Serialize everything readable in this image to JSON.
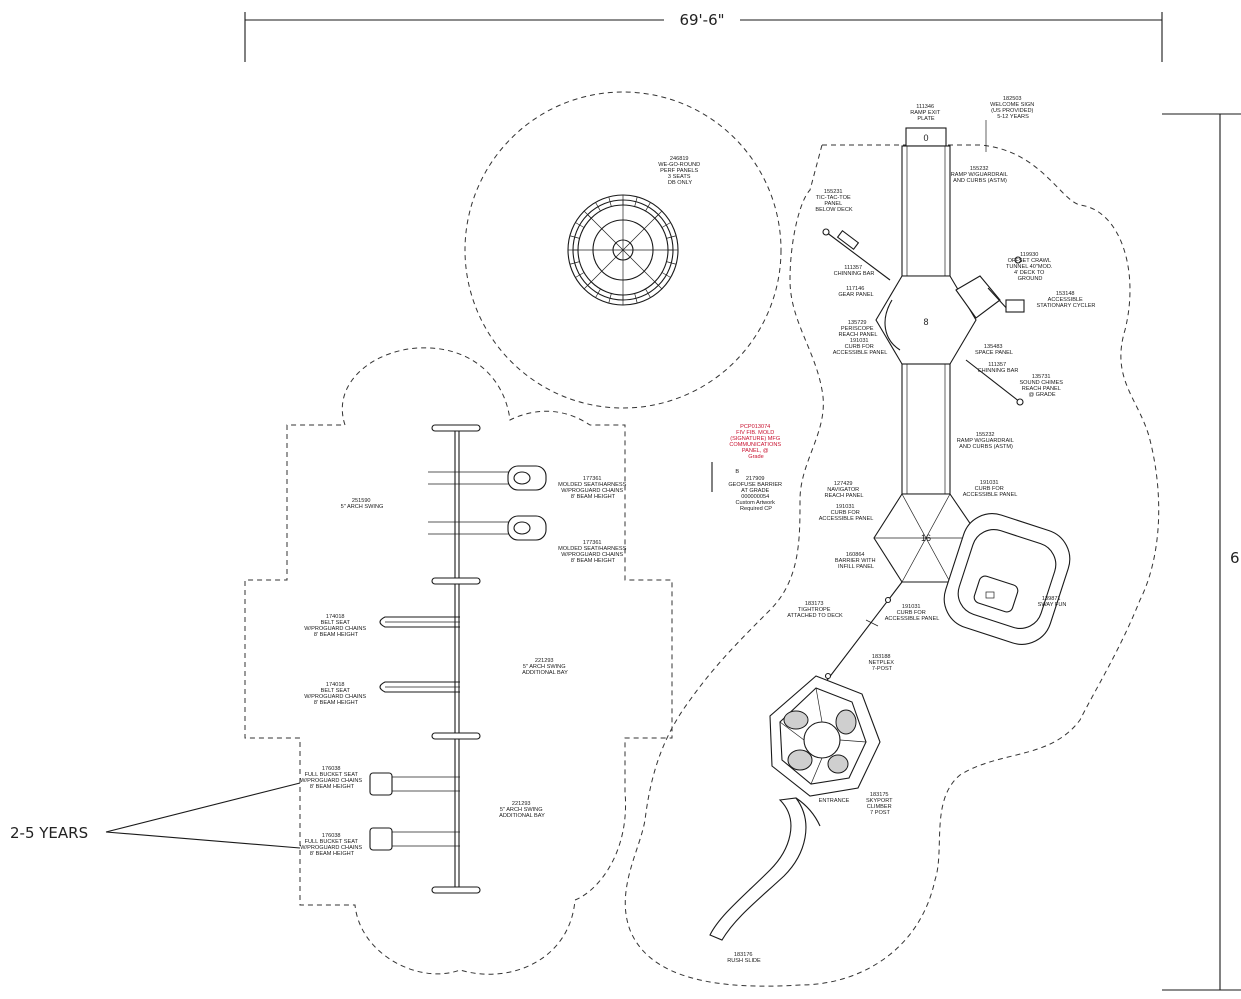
{
  "dimension": {
    "width_label": "69'-6\""
  },
  "age_label": "2-5 YEARS",
  "edge_mark": "6",
  "deck_numbers": {
    "exit": "0",
    "upper": "8",
    "lower": "16"
  },
  "labels": {
    "merry_go_round": [
      "246819",
      "WE-GO-ROUND",
      "PERF PANELS",
      "3 SEATS",
      "DB ONLY"
    ],
    "ramp_exit": [
      "111346",
      "RAMP EXIT",
      "PLATE"
    ],
    "welcome_sign": [
      "182503",
      "WELCOME SIGN",
      "(US PROVIDED)",
      "5-12 YEARS"
    ],
    "ramp_upper": [
      "155232",
      "RAMP W/GUARDRAIL",
      "AND CURBS (ASTM)"
    ],
    "tic_tac": [
      "155231",
      "TIC-TAC-TOE",
      "PANEL",
      "BELOW DECK"
    ],
    "chinning_bar_1": [
      "111357",
      "CHINNING BAR"
    ],
    "gear_panel": [
      "117146",
      "GEAR PANEL"
    ],
    "periscope": [
      "135729",
      "PERISCOPE",
      "REACH PANEL"
    ],
    "curb_accessible_1": [
      "191031",
      "CURB FOR",
      "ACCESSIBLE PANEL"
    ],
    "offset_crawl": [
      "119930",
      "OFFSET CRAWL",
      "TUNNEL 40\"MOD.",
      "4' DECK TO",
      "GROUND"
    ],
    "cycler": [
      "153148",
      "ACCESSIBLE",
      "STATIONARY CYCLER"
    ],
    "space_panel": [
      "135483",
      "SPACE PANEL"
    ],
    "chinning_bar_2": [
      "111357",
      "CHINNING BAR"
    ],
    "sound_chimes": [
      "135731",
      "SOUND CHIMES",
      "REACH PANEL",
      "@ GRADE"
    ],
    "ramp_lower": [
      "155232",
      "RAMP W/GUARDRAIL",
      "AND CURBS (ASTM)"
    ],
    "navigator": [
      "127429",
      "NAVIGATOR",
      "REACH PANEL"
    ],
    "curb_accessible_2": [
      "191031",
      "CURB FOR",
      "ACCESSIBLE PANEL"
    ],
    "curb_accessible_3": [
      "191031",
      "CURB FOR",
      "ACCESSIBLE PANEL"
    ],
    "barrier_infill": [
      "160864",
      "BARRIER WITH",
      "INFILL PANEL"
    ],
    "sway_fun": [
      "139871",
      "SWAY FUN"
    ],
    "tightrope": [
      "183173",
      "TIGHTROPE",
      "ATTACHED TO DECK"
    ],
    "curb_accessible_4": [
      "191031",
      "CURB FOR",
      "ACCESSIBLE PANEL"
    ],
    "netplex": [
      "183188",
      "NETPLEX",
      "7-POST"
    ],
    "entrance": [
      "ENTRANCE"
    ],
    "skyport": [
      "183175",
      "SKYPORT",
      "CLIMBER",
      "7 POST"
    ],
    "rush_slide": [
      "183176",
      "RUSH SLIDE"
    ],
    "communications_panel": [
      "PCP013074",
      "FIV FIB. MOLD",
      "(SIGNATURE) MFG",
      "COMMUNICATIONS",
      "PANEL, @",
      "Grade"
    ],
    "barrier_grade": [
      "B",
      "217909",
      "GEOFUSE BARRIER",
      "AT GRADE",
      "000000054",
      "Custom Artwork",
      "Required CP"
    ],
    "arch_swing_1": [
      "251590",
      "5\" ARCH SWING"
    ],
    "molded_seat_1": [
      "177361",
      "MOLDED SEAT/HARNESS",
      "W/PROGUARD CHAINS",
      "8' BEAM HEIGHT"
    ],
    "molded_seat_2": [
      "177361",
      "MOLDED SEAT/HARNESS",
      "W/PROGUARD CHAINS",
      "8' BEAM HEIGHT"
    ],
    "belt_seat_1": [
      "174018",
      "BELT SEAT",
      "W/PROGUARD CHAINS",
      "8' BEAM HEIGHT"
    ],
    "belt_seat_2": [
      "174018",
      "BELT SEAT",
      "W/PROGUARD CHAINS",
      "8' BEAM HEIGHT"
    ],
    "arch_swing_2": [
      "221293",
      "5\" ARCH SWING",
      "ADDITIONAL BAY"
    ],
    "bucket_seat_1": [
      "176038",
      "FULL BUCKET SEAT",
      "W/PROGUARD CHAINS",
      "8' BEAM HEIGHT"
    ],
    "bucket_seat_2": [
      "176038",
      "FULL BUCKET SEAT",
      "W/PROGUARD CHAINS",
      "8' BEAM HEIGHT"
    ],
    "arch_swing_3": [
      "221293",
      "5\" ARCH SWING",
      "ADDITIONAL BAY"
    ]
  }
}
